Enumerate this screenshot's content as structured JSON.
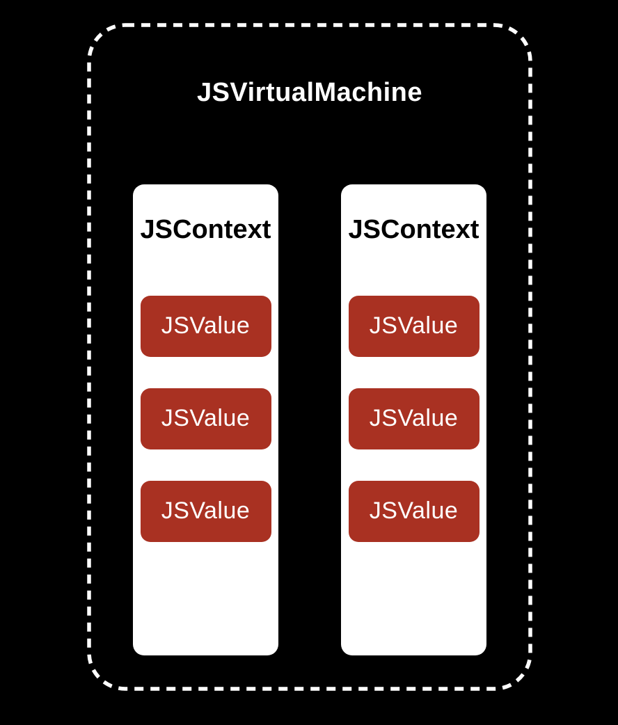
{
  "diagram": {
    "vm_label": "JSVirtualMachine",
    "contexts": [
      {
        "label": "JSContext",
        "values": [
          "JSValue",
          "JSValue",
          "JSValue"
        ]
      },
      {
        "label": "JSContext",
        "values": [
          "JSValue",
          "JSValue",
          "JSValue"
        ]
      }
    ],
    "colors": {
      "background": "#000000",
      "vm_border": "#ffffff",
      "vm_title_text": "#ffffff",
      "context_fill": "#ffffff",
      "context_text": "#000000",
      "value_fill": "#A93122",
      "value_text": "#ffffff"
    }
  }
}
